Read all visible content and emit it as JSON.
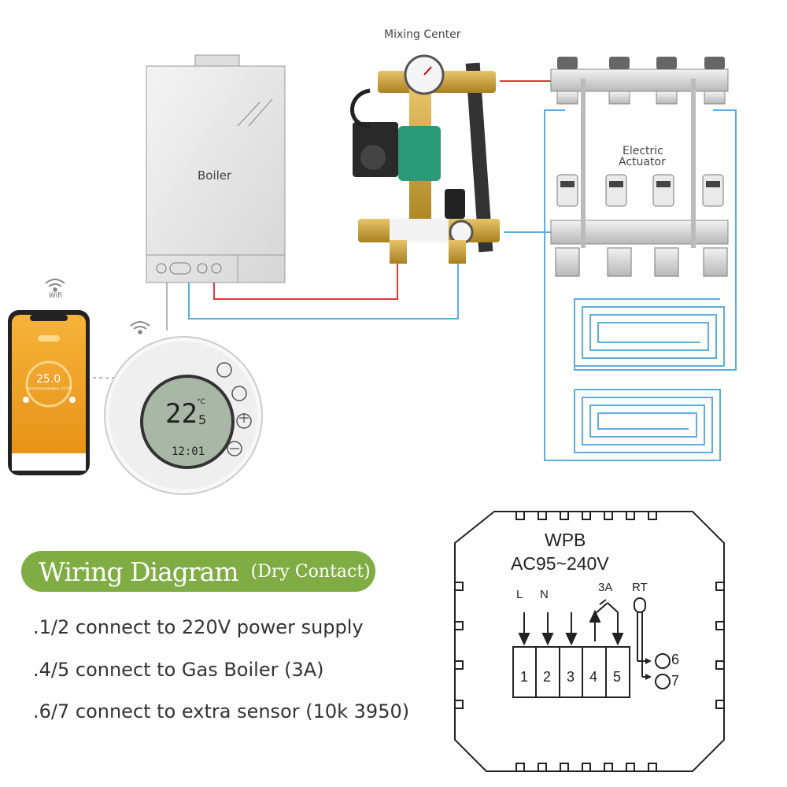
{
  "labels": {
    "mixing_center": "Mixing Center",
    "boiler": "Boiler",
    "electric_actuator_line1": "Electric",
    "electric_actuator_line2": "Actuator",
    "wifi": "Wifi"
  },
  "phone": {
    "temp": "25.0",
    "sub": "Current temperature: 25.0°C"
  },
  "thermostat": {
    "temp": "22",
    "decimal": "5",
    "unit": "°C",
    "clock": "12:01"
  },
  "wiring": {
    "title": "Wiring Diagram",
    "subtitle": "(Dry Contact)",
    "lines": [
      ".1/2 connect to 220V power supply",
      ".4/5 connect to Gas Boiler (3A)",
      ".6/7 connect to extra sensor (10k 3950)"
    ]
  },
  "module": {
    "model": "WPB",
    "voltage": "AC95~240V",
    "label_L": "L",
    "label_N": "N",
    "label_3A": "3A",
    "label_RT": "RT",
    "terminals": [
      "1",
      "2",
      "3",
      "4",
      "5"
    ],
    "sensor_terminals": [
      "6",
      "7"
    ]
  },
  "colors": {
    "pill": "#7fad44",
    "hot_pipe": "#e53935",
    "cold_pipe": "#5aaee0",
    "phone_orange": "#f0a020"
  }
}
